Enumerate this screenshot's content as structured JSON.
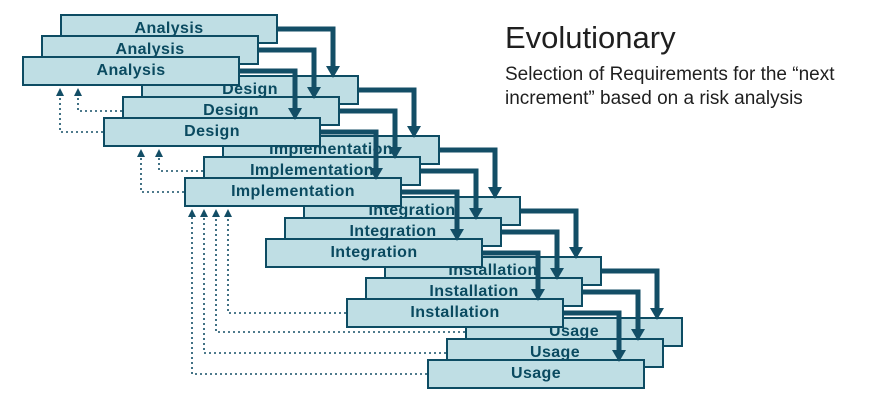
{
  "title": {
    "heading": "Evolutionary",
    "subtitle": "Selection of Requirements for the “next increment” based on a risk analysis"
  },
  "stages": [
    {
      "label": "Analysis"
    },
    {
      "label": "Design"
    },
    {
      "label": "Implementation"
    },
    {
      "label": "Integration"
    },
    {
      "label": "Installation"
    },
    {
      "label": "Usage"
    }
  ],
  "layers": 3,
  "colors": {
    "box_fill": "#bfdee4",
    "box_border": "#0d4c63",
    "box_text": "#0a4a60",
    "arrow": "#134e66",
    "title_text": "#1f1f1f"
  }
}
